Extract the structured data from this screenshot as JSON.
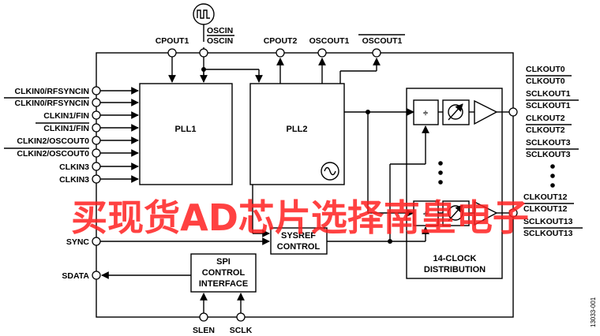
{
  "blocks": {
    "pll1": "PLL1",
    "pll2": "PLL2",
    "sysref": [
      "SYSREF",
      "CONTROL"
    ],
    "spi": [
      "SPI",
      "CONTROL",
      "INTERFACE"
    ],
    "distribution": [
      "14-CLOCK",
      "DISTRIBUTION"
    ],
    "divider_symbol": "÷"
  },
  "top_pins": {
    "cpout1": "CPOUT1",
    "oscin": "OSCIN",
    "oscin_n": "OSCIN",
    "cpout2": "CPOUT2",
    "oscout1": "OSCOUT1",
    "oscout1_n": "OSCOUT1"
  },
  "left_pins": {
    "clkin0": "CLKIN0/RFSYNCIN",
    "clkin0_n": "CLKIN0/RFSYNCIN",
    "clkin1": "CLKIN1/FIN",
    "clkin1_n": "CLKIN1/FIN",
    "clkin2": "CLKIN2/OSCOUT0",
    "clkin2_n": "CLKIN2/OSCOUT0",
    "clkin3": "CLKIN3",
    "clkin3_n": "CLKIN3",
    "sync": "SYNC",
    "sdata": "SDATA"
  },
  "bottom_pins": {
    "slen": "SLEN",
    "sclk": "SCLK"
  },
  "right_pins": {
    "top": [
      "CLKOUT0",
      "CLKOUT0",
      "SCLKOUT1",
      "SCLKOUT1",
      "CLKOUT2",
      "CLKOUT2",
      "SCLKOUT3",
      "SCLKOUT3"
    ],
    "bottom": [
      "CLKOUT12",
      "CLKOUT12",
      "SCLKOUT13",
      "SCLKOUT13"
    ]
  },
  "watermark": "买现货AD芯片选择南皇电子",
  "figure_id": "13033-001"
}
